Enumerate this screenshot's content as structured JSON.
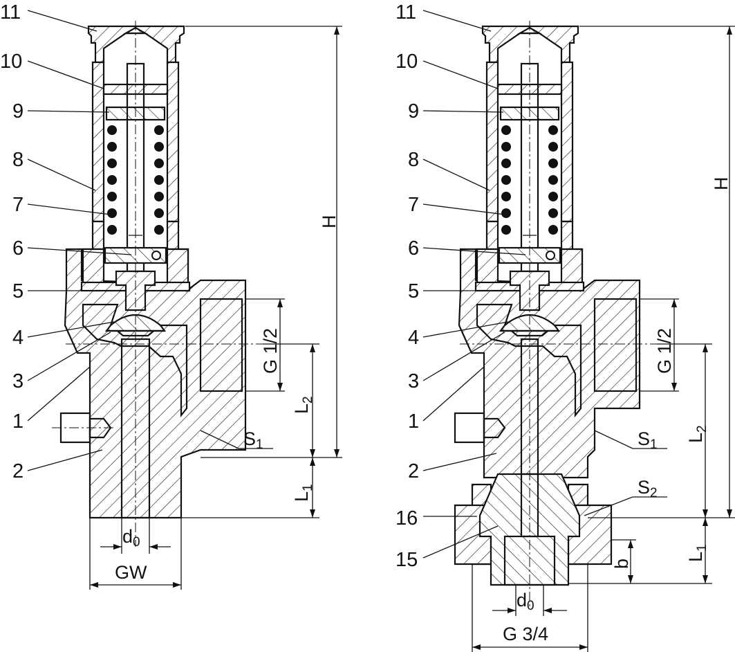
{
  "left_drawing": {
    "part_labels": [
      "11",
      "10",
      "9",
      "8",
      "7",
      "6",
      "5",
      "4",
      "3",
      "1",
      "2"
    ],
    "dimensions": {
      "H": "H",
      "G": "G 1/2",
      "L2": "L",
      "L2_sub": "2",
      "L1": "L",
      "L1_sub": "1",
      "S1": "S",
      "S1_sub": "1",
      "d0": "d",
      "d0_sub": "0",
      "GW": "GW"
    }
  },
  "right_drawing": {
    "part_labels": [
      "11",
      "10",
      "9",
      "8",
      "7",
      "6",
      "5",
      "4",
      "3",
      "1",
      "2",
      "16",
      "15"
    ],
    "dimensions": {
      "H": "H",
      "G": "G 1/2",
      "L2": "L",
      "L2_sub": "2",
      "L1": "L",
      "L1_sub": "1",
      "S1": "S",
      "S1_sub": "1",
      "S2": "S",
      "S2_sub": "2",
      "b": "b",
      "d0": "d",
      "d0_sub": "0",
      "G34": "G 3/4"
    }
  }
}
